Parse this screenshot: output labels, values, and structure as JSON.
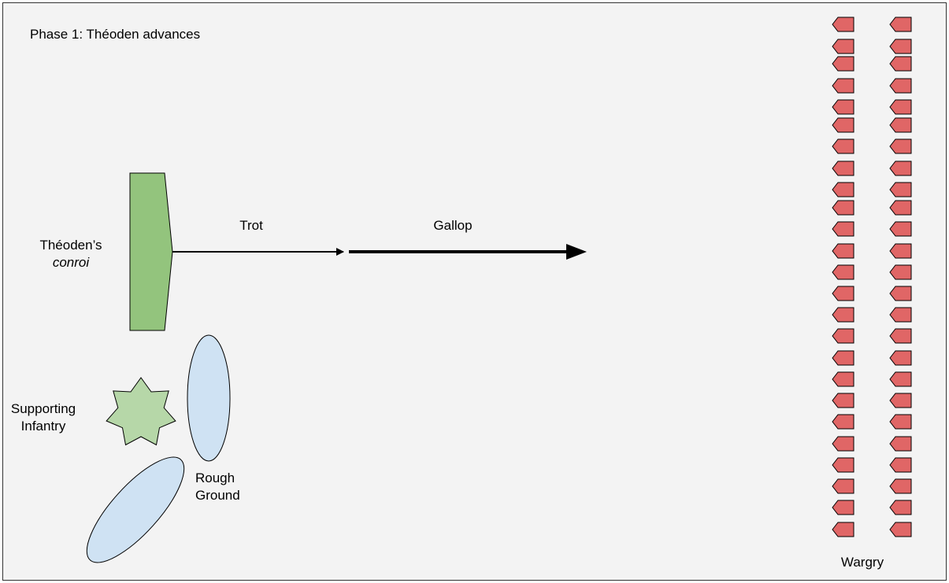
{
  "diagram": {
    "title": "Phase 1: Théoden advances",
    "theoden": {
      "label_line1": "Théoden’s",
      "label_line2": "conroi",
      "fill": "#93c47d"
    },
    "arrows": {
      "trot_label": "Trot",
      "gallop_label": "Gallop"
    },
    "infantry": {
      "label_line1": "Supporting",
      "label_line2": "Infantry",
      "fill": "#b6d7a8"
    },
    "rough_ground": {
      "label_line1": "Rough",
      "label_line2": "Ground",
      "fill": "#cfe2f3"
    },
    "wargs": {
      "label": "Wargry",
      "fill": "#e06666",
      "columns": 2,
      "per_column": 25
    }
  }
}
